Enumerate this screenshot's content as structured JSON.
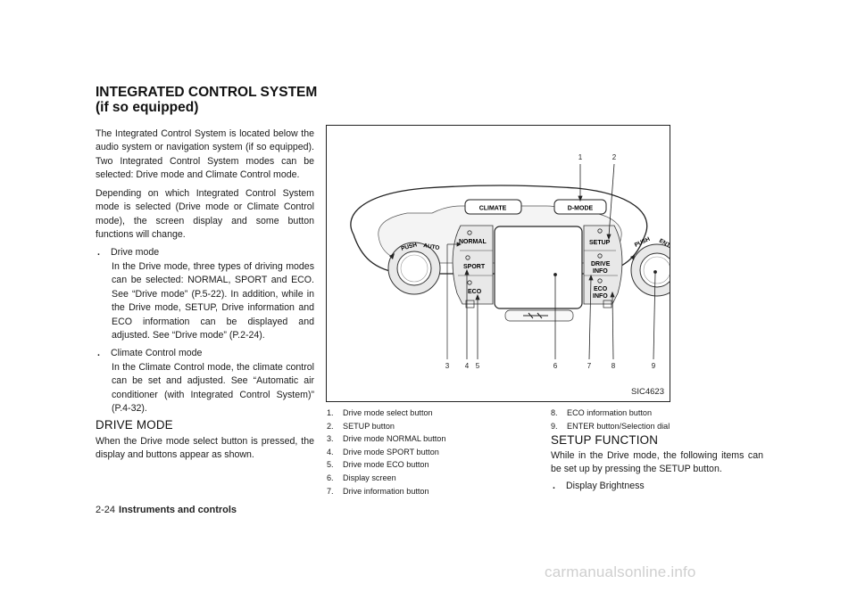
{
  "heading": "INTEGRATED CONTROL SYSTEM (if so equipped)",
  "intro_para": "The Integrated Control System is located below the audio system or navigation system (if so equipped). Two Integrated Control System modes can be selected: Drive mode and Climate Control mode.",
  "depend_para": "Depending on which Integrated Control System mode is selected (Drive mode or Climate Control mode), the screen display and some button functions will change.",
  "bullets": [
    {
      "dot": ".",
      "title": "Drive mode",
      "text": "In the Drive mode, three types of driving modes can be selected: NORMAL, SPORT and ECO. See “Drive mode” (P.5-22). In addition, while in the Drive mode, SETUP, Drive information and ECO information can be displayed and adjusted. See “Drive mode” (P.2-24)."
    },
    {
      "dot": ".",
      "title": "Climate Control mode",
      "text": "In the Climate Control mode, the climate control can be set and adjusted. See “Automatic air conditioner (with Integrated Control System)” (P.4-32)."
    }
  ],
  "drive_mode_heading": "DRIVE MODE",
  "drive_mode_para": "When the Drive mode select button is pressed, the display and buttons appear as shown.",
  "figure": {
    "id": "SIC4623",
    "panel_labels": {
      "climate": "CLIMATE",
      "dmode": "D-MODE",
      "normal": "NORMAL",
      "sport": "SPORT",
      "eco": "ECO",
      "setup": "SETUP",
      "drive": "DRIVE",
      "info": "INFO",
      "eco2": "ECO",
      "info2": "INFO",
      "push_left": "PUSH",
      "auto": "AUTO",
      "push_right": "PUSH",
      "enter": "ENTER"
    },
    "callouts": [
      "1",
      "2",
      "3",
      "4",
      "5",
      "6",
      "7",
      "8",
      "9"
    ]
  },
  "captions_left": [
    {
      "num": "1.",
      "text": "Drive mode select button"
    },
    {
      "num": "2.",
      "text": "SETUP button"
    },
    {
      "num": "3.",
      "text": "Drive mode NORMAL button"
    },
    {
      "num": "4.",
      "text": "Drive mode SPORT button"
    },
    {
      "num": "5.",
      "text": "Drive mode ECO button"
    },
    {
      "num": "6.",
      "text": "Display screen"
    },
    {
      "num": "7.",
      "text": "Drive information button"
    }
  ],
  "captions_right": [
    {
      "num": "8.",
      "text": "ECO information button"
    },
    {
      "num": "9.",
      "text": "ENTER button/Selection dial"
    }
  ],
  "setup_heading": "SETUP FUNCTION",
  "setup_para": "While in the Drive mode, the following items can be set up by pressing the SETUP button.",
  "setup_bullets": [
    {
      "dot": ".",
      "text": "Display Brightness"
    }
  ],
  "footer": {
    "page": "2-24",
    "section": "Instruments and controls"
  },
  "watermark": "carmanualsonline.info"
}
